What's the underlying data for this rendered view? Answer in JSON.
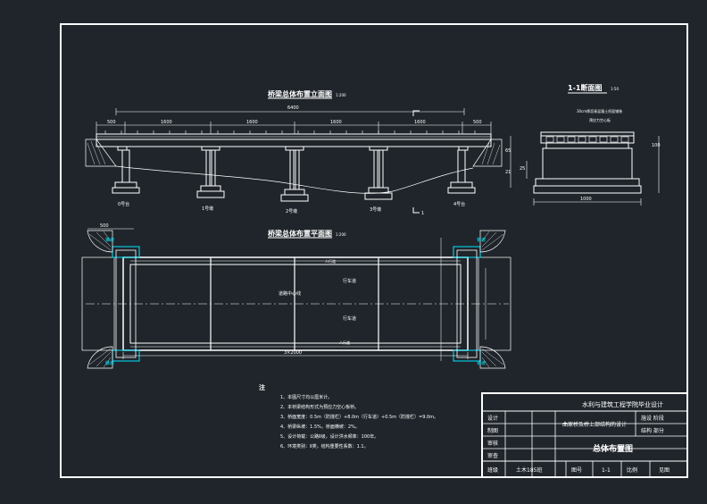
{
  "colors": {
    "background": "#1f252b",
    "line": "#ffffff",
    "dim": "#ffffff",
    "accent": "#00e5ff",
    "text": "#ffffff"
  },
  "elevation": {
    "title": "桥梁总体布置立面图",
    "scale": "1:200",
    "dims_top": [
      "500",
      "1600",
      "1600",
      "1600",
      "1600",
      "500"
    ],
    "dim_total": "6400",
    "pier_labels": [
      "0号台",
      "1号墩",
      "2号墩",
      "3号墩",
      "4号台"
    ],
    "right_levels": [
      "65",
      "21"
    ],
    "section_mark": "1"
  },
  "section": {
    "title": "1-1断面图",
    "scale": "1:50",
    "note1": "30cm厚沥青混凝土桥面铺装",
    "note2": "预应力空心板",
    "dim_bottom": "1000",
    "dim_right": "100",
    "dim_left": "25"
  },
  "plan": {
    "title": "桥梁总体布置平面图",
    "scale": "1:200",
    "dim_left": "500",
    "top_label": "人行道",
    "bottom_label": "人行道",
    "lane_up": "行车道",
    "lane_down": "行车道",
    "center_label": "道路中心线",
    "dim_bottom": "3×2000",
    "corner_tl": "锥坡",
    "corner_bl": "锥坡",
    "corner_tr": "锥坡",
    "corner_br": "锥坡"
  },
  "notes": {
    "heading": "注",
    "items": [
      "1、本图尺寸均以厘米计。",
      "2、本桥梁结构形式为预应力空心板桥。",
      "3、桥面宽度：0.5m（防撞栏）+8.0m（行车道）+0.5m（防撞栏）=9.0m。",
      "4、桥梁纵坡：1.5%，桥面横坡：2%。",
      "5、设计荷载：公路Ⅱ级，设计洪水频率：100年。",
      "6、环境类别：Ⅱ类，结构重要性系数：1.1。"
    ]
  },
  "title_block": {
    "school": "水利与建筑工程学院毕业设计",
    "row_labels": [
      "设计",
      "制图",
      "审核",
      "审查"
    ],
    "project": "曲家桥及桥上部结构的设计",
    "design_stage": "施设 阶段",
    "design_part": "结构 部分",
    "drawing_name": "总体布置图",
    "class_label": "班级",
    "class_value": "土木185班",
    "drawing_no_label": "图号",
    "drawing_no": "1-1",
    "scale_label": "比例",
    "scale_value": "见图"
  }
}
